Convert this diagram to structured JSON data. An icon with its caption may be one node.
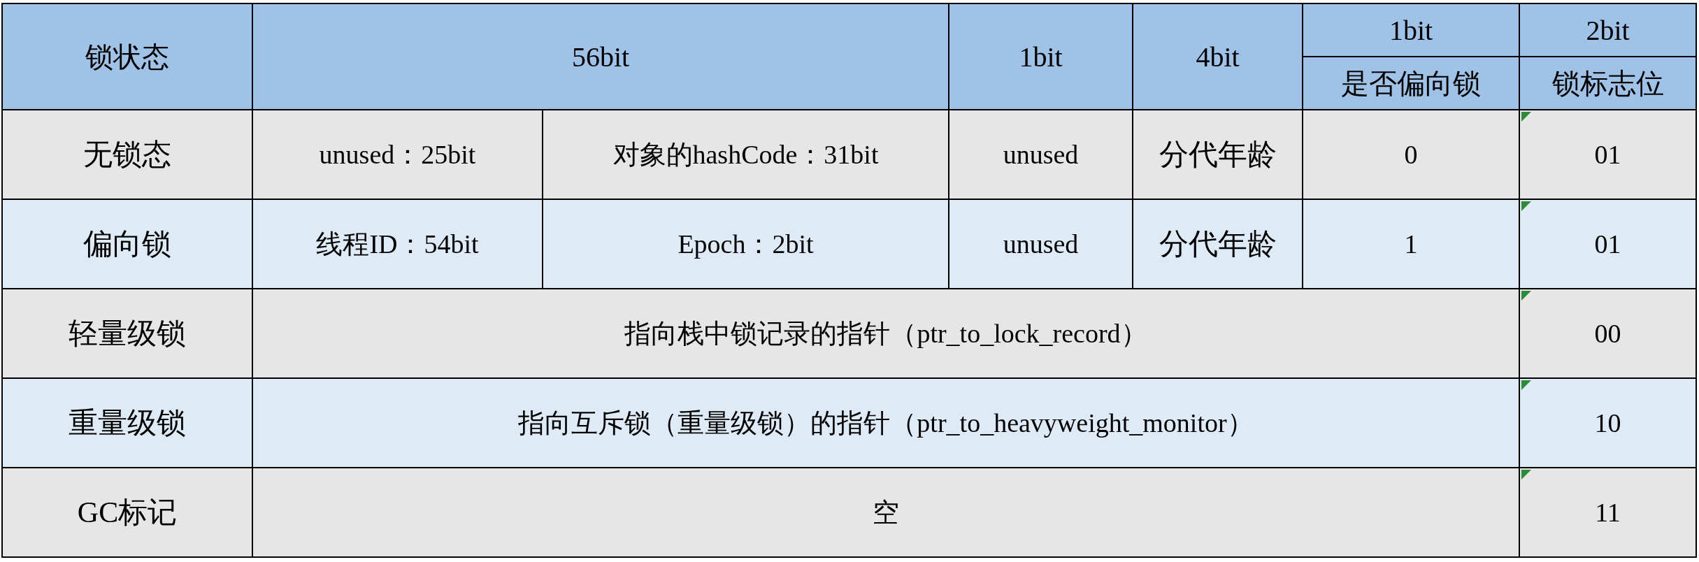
{
  "diagram": {
    "labels": [
      "锁状态",
      "56bit",
      "1bit",
      "4bit",
      "1bit",
      "2bit",
      "是否偏向锁",
      "锁标志位",
      "无锁态",
      "unused：25bit",
      "对象的hashCode：31bit",
      "unused",
      "分代年龄",
      "0",
      "01",
      "偏向锁",
      "线程ID：54bit",
      "Epoch：2bit",
      "unused",
      "分代年龄",
      "1",
      "01",
      "轻量级锁",
      "指向栈中锁记录的指针（ptr_to_lock_record）",
      "00",
      "重量级锁",
      "指向互斥锁（重量级锁）的指针（ptr_to_heavyweight_monitor）",
      "10",
      "GC标记",
      "空",
      "11"
    ]
  }
}
